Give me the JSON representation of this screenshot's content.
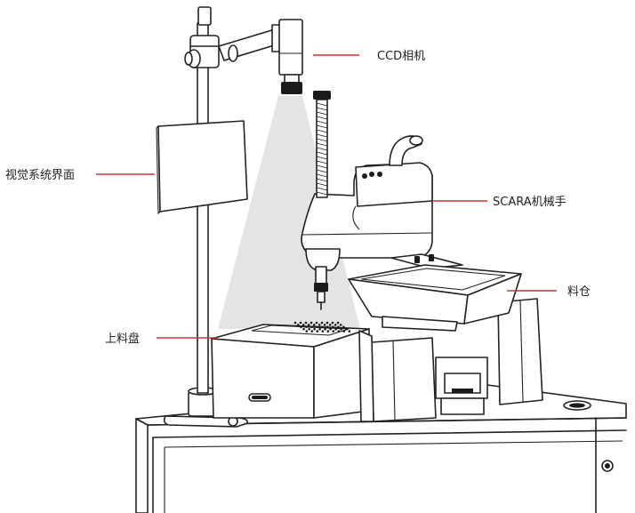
{
  "callouts": {
    "ccd_camera": "CCD相机",
    "vision_interface": "视觉系统界面",
    "scara_robot": "SCARA机械手",
    "bin": "料仓",
    "loading_tray": "上料盘"
  },
  "colors": {
    "leader_line": "#c8333a",
    "outline": "#222222",
    "light_beam": "#e3e3e3",
    "label_text": "#222222"
  }
}
